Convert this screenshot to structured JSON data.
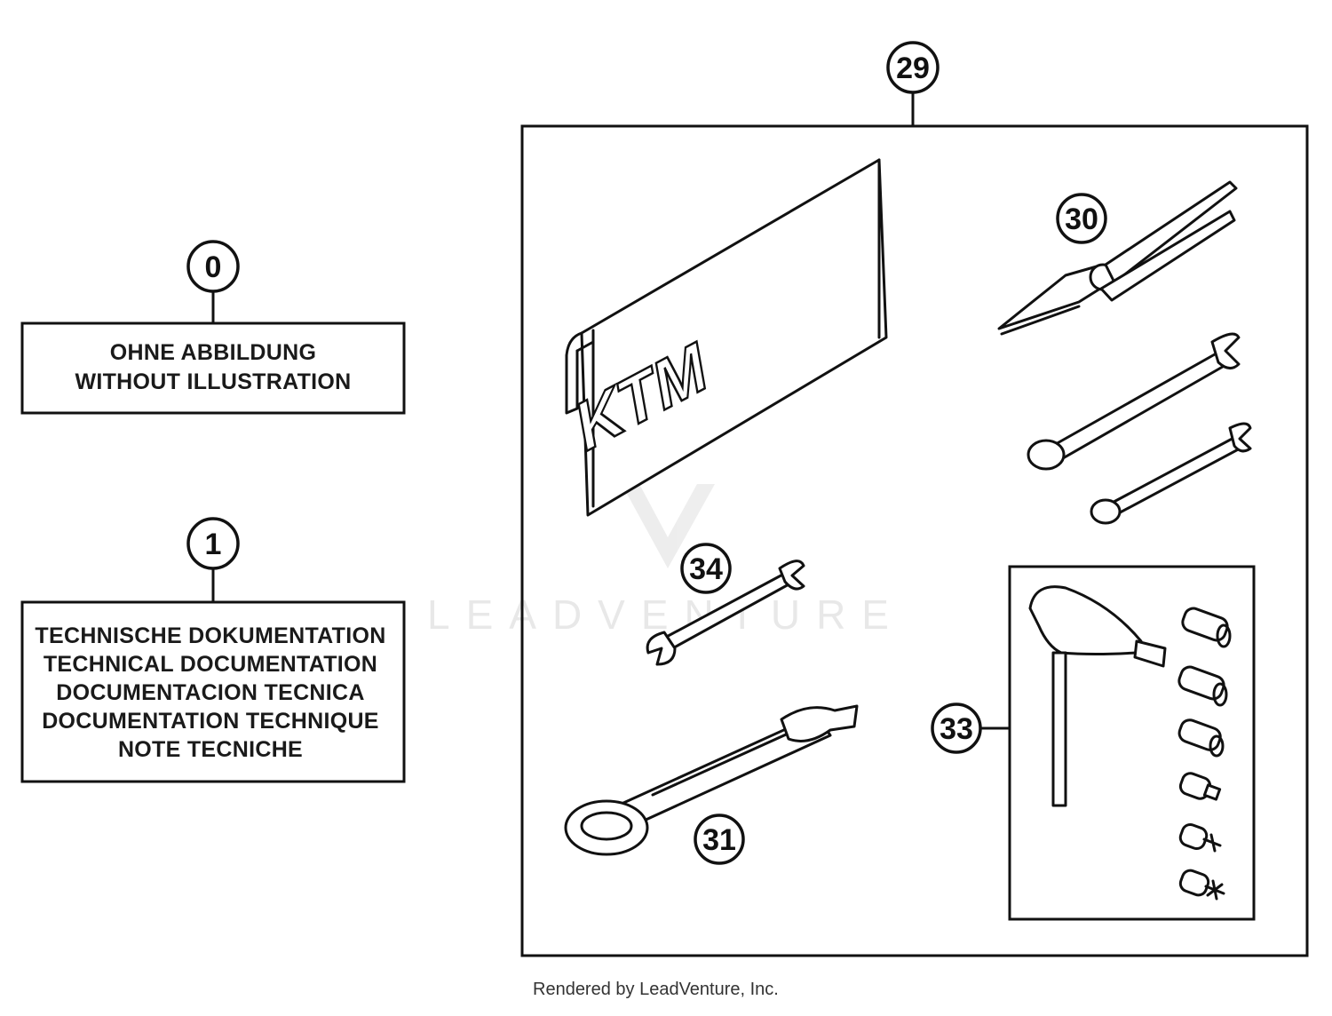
{
  "callouts": {
    "c0": "0",
    "c1": "1",
    "c29": "29",
    "c30": "30",
    "c31": "31",
    "c33": "33",
    "c34": "34"
  },
  "box0": {
    "line1": "OHNE ABBILDUNG",
    "line2": "WITHOUT ILLUSTRATION"
  },
  "box1": {
    "line1": "TECHNISCHE DOKUMENTATION",
    "line2": "TECHNICAL DOCUMENTATION",
    "line3": "DOCUMENTACION TECNICA",
    "line4": "DOCUMENTATION TECHNIQUE",
    "line5": "NOTE TECNICHE"
  },
  "manual_logo": "KTM",
  "watermark": "LEADVENTURE",
  "footer": "Rendered by LeadVenture, Inc."
}
